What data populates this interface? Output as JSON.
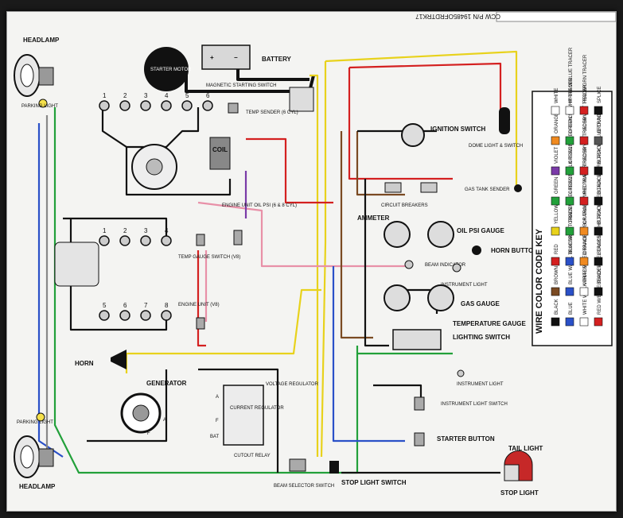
{
  "part_number": "CCW P/N 19485OFRDTRK17",
  "labels": {
    "headlamp_top": "HEADLAMP",
    "parking_light_top": "PARKING LIGHT",
    "starter_motor": "STARTER MOTOR",
    "battery": "BATTERY",
    "magnetic_switch": "MAGNETIC STARTING SWITCH",
    "temp_sender": "TEMP SENDER (6 CYL)",
    "oil_psi_unit": "OIL PSI",
    "coil": "COIL",
    "ignition_switch": "IGNITION SWITCH",
    "dome_light": "DOME LIGHT & SWITCH",
    "gas_tank_sender": "GAS TANK SENDER",
    "circuit_breakers": "CIRCUIT BREAKERS",
    "ammeter": "AMMETER",
    "oil_psi_gauge": "OIL PSI GAUGE",
    "engine_unit": "ENGINE UNIT OIL PSI (6 & 8 CYL)",
    "temp_gauge_switch": "TEMP GAUGE SWITCH (V8)",
    "horn_button": "HORN BUTTON",
    "beam_indicator": "BEAM INDICATOR",
    "instrument_light": "INSTRUMENT LIGHT",
    "gas_gauge": "GAS GAUGE",
    "temperature_gauge": "TEMPERATURE GAUGE",
    "engine_unit_v8": "ENGINE UNIT (V8)",
    "lighting_switch": "LIGHTING SWITCH",
    "horn": "HORN",
    "instrument_light_2": "INSTRUMENT LIGHT",
    "instrument_light_switch": "INSTRUMENT LIGHT SWITCH",
    "generator": "GENERATOR",
    "voltage_regulator": "VOLTAGE REGULATOR",
    "current_regulator": "CURRENT REGULATOR",
    "cutout_relay": "CUTOUT RELAY",
    "starter_button": "STARTER BUTTON",
    "parking_light_bottom": "PARKING LIGHT",
    "headlamp_bottom": "HEADLAMP",
    "beam_selector": "BEAM SELECTOR SWITCH",
    "stop_light_switch": "STOP LIGHT SWITCH",
    "tail_light": "TAIL LIGHT",
    "stop_light": "STOP LIGHT",
    "reg_a": "A",
    "reg_f": "F",
    "reg_bat": "BAT",
    "gen_a": "A",
    "gen_f": "F"
  },
  "numbers": {
    "top_row": [
      "1",
      "2",
      "3",
      "4",
      "5",
      "6"
    ],
    "middle_row": [
      "1",
      "2",
      "3",
      "4"
    ],
    "lower_row": [
      "5",
      "6",
      "7",
      "8"
    ]
  },
  "key": {
    "title": "WIRE COLOR CODE KEY",
    "col1": [
      {
        "name": "BLACK",
        "color": "#111111"
      },
      {
        "name": "BROWN",
        "color": "#7a4a22"
      },
      {
        "name": "RED",
        "color": "#d42020"
      },
      {
        "name": "YELLOW",
        "color": "#e8d21c"
      },
      {
        "name": "GREEN",
        "color": "#22a03a"
      },
      {
        "name": "VIOLET",
        "color": "#7a3aa8"
      },
      {
        "name": "ORANGE",
        "color": "#f08a20"
      },
      {
        "name": "WHITE",
        "color": "#ffffff"
      }
    ],
    "col2": [
      {
        "name": "BLUE",
        "color": "#2a50c8"
      },
      {
        "name": "BLUE W/YEL TRACER",
        "color": "#2a50c8"
      },
      {
        "name": "BLUE W/WHT TRACER",
        "color": "#2a50c8"
      },
      {
        "name": "GREEN W/YEL TRACER",
        "color": "#22a03a"
      },
      {
        "name": "GREEN W/BLK TRACER",
        "color": "#22a03a"
      },
      {
        "name": "GREEN W/RED TRACER",
        "color": "#22a03a"
      },
      {
        "name": "GREEN W/WHT TRACER",
        "color": "#22a03a"
      },
      {
        "name": "WHITE W/BLUE TRACER",
        "color": "#ffffff"
      }
    ],
    "col3": [
      {
        "name": "WHITE W/BLK TRACER",
        "color": "#ffffff"
      },
      {
        "name": "WHITE W/RED TRACER",
        "color": "#ffffff"
      },
      {
        "name": "ORANGE W/BLK TRACER",
        "color": "#f08a20"
      },
      {
        "name": "ORANGE W/WHT TRACER",
        "color": "#f08a20"
      },
      {
        "name": "RED W/BLK TRACER",
        "color": "#d42020"
      },
      {
        "name": "RED W/YEL TRACER",
        "color": "#d42020"
      },
      {
        "name": "RED W/WHT TRACER",
        "color": "#d42020"
      },
      {
        "name": "RED W/GRN TRACER",
        "color": "#d42020"
      }
    ],
    "col4": [
      {
        "name": "RED W/BLUE TRACER",
        "color": "#d42020"
      },
      {
        "name": "BLACK W/YEL TRACER",
        "color": "#111111"
      },
      {
        "name": "BLACK W/WHT TRACER",
        "color": "#111111"
      },
      {
        "name": "BLACK W/RED TRACER",
        "color": "#111111"
      },
      {
        "name": "BLACK W/GRN TRACER",
        "color": "#111111"
      },
      {
        "name": "BLACK W/BLUE TRACER",
        "color": "#111111"
      },
      {
        "name": "GROUND",
        "color": "#555555"
      },
      {
        "name": "SPLICE",
        "color": "#111111"
      }
    ]
  }
}
